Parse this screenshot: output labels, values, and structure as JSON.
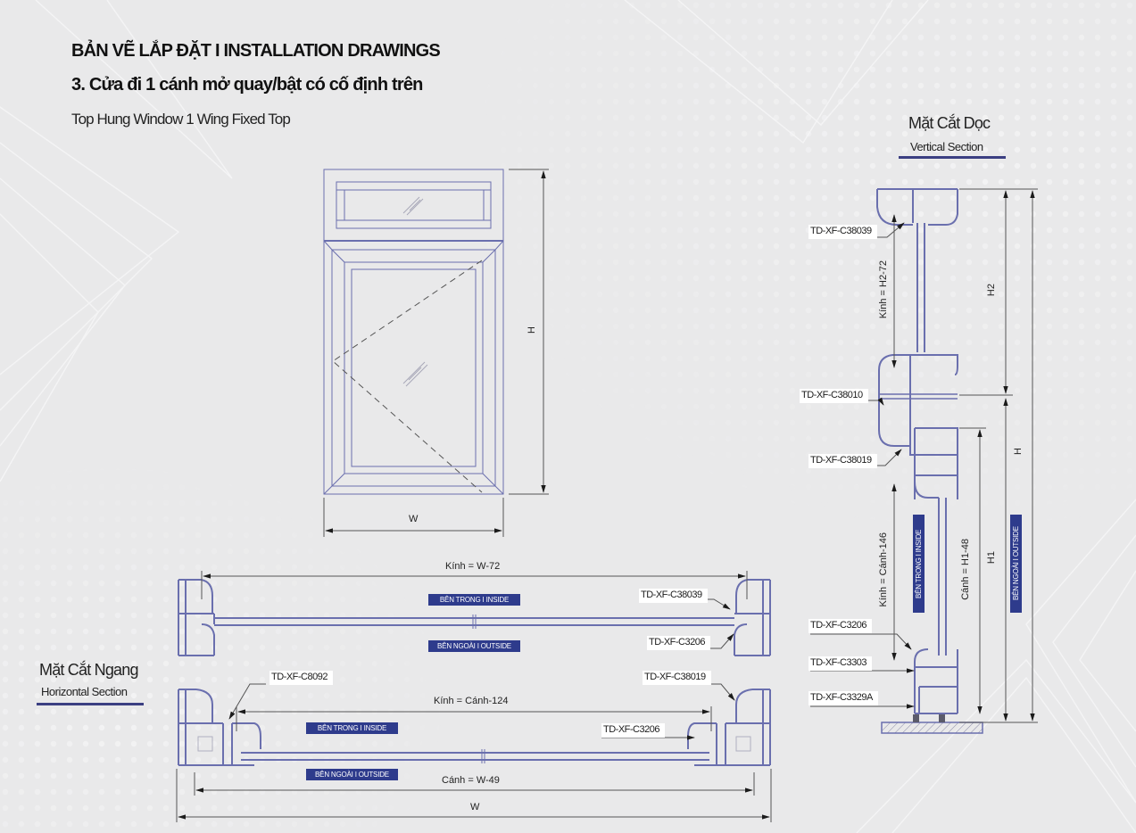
{
  "header": {
    "title": "BẢN VẼ LẮP ĐẶT  I  INSTALLATION DRAWINGS",
    "subtitle_vi": "3. Cửa đi 1 cánh mở quay/bật có cố định trên",
    "subtitle_en": "Top Hung Window 1 Wing Fixed Top"
  },
  "elevation": {
    "width_label": "W",
    "height_label": "H"
  },
  "horizontal_section": {
    "title_vi": "Mặt Cắt Ngang",
    "title_en": "Horizontal Section",
    "fixed": {
      "glass_dim": "Kính = W-72",
      "inside_label": "BÊN TRONG  I  INSIDE",
      "outside_label": "BÊN NGOÀI  I  OUTSIDE",
      "codes": [
        "TD-XF-C38039",
        "TD-XF-C3206"
      ]
    },
    "sash": {
      "glass_dim": "Kính = Cánh-124",
      "sash_dim": "Cánh = W-49",
      "total_dim": "W",
      "inside_label": "BÊN TRONG  I  INSIDE",
      "outside_label": "BÊN NGOÀI  I  OUTSIDE",
      "codes": [
        "TD-XF-C8092",
        "TD-XF-C38019",
        "TD-XF-C3206"
      ]
    }
  },
  "vertical_section": {
    "title_vi": "Mặt Cắt Dọc",
    "title_en": "Vertical Section",
    "codes": [
      "TD-XF-C38039",
      "TD-XF-C38010",
      "TD-XF-C38019",
      "TD-XF-C3206",
      "TD-XF-C3303",
      "TD-XF-C3329A"
    ],
    "glass_top_dim": "Kính = H2-72",
    "glass_bottom_dim": "Kính = Cánh-146",
    "sash_dim": "Cánh = H1-48",
    "h1": "H1",
    "h2": "H2",
    "h": "H",
    "inside_label": "BÊN TRONG  I  INSIDE",
    "outside_label": "BÊN NGOÀI  I  OUTSIDE"
  },
  "colors": {
    "profile": "#5a5f9e",
    "badge": "#2e3b8c",
    "dim_line": "#555555",
    "background": "#e9e9ea"
  }
}
